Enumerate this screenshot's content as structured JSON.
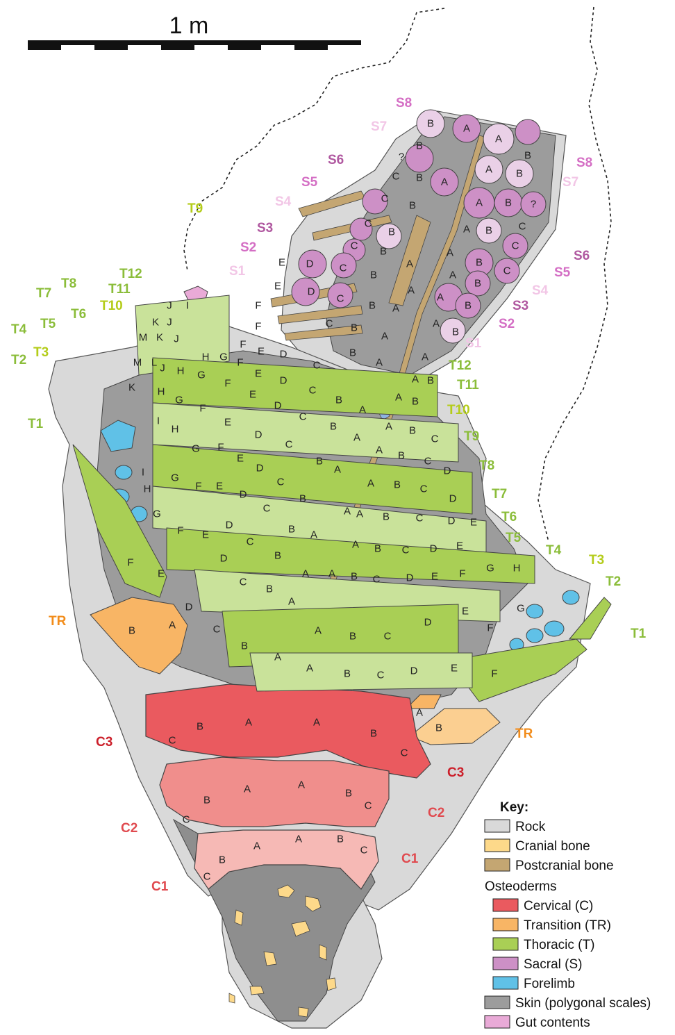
{
  "scale_bar": {
    "label": "1 m"
  },
  "colors": {
    "rock": "#d9d9d9",
    "cranial_bone": "#fdd98a",
    "postcranial_bone": "#c4a672",
    "cervical": "#ea5a5f",
    "cervical_light": "#f08e8c",
    "cervical_pale": "#f6b9b5",
    "transition": "#f8b565",
    "thoracic": "#a9cf55",
    "thoracic_light": "#c9e29a",
    "sacral": "#cd90c6",
    "sacral_light": "#ead0e7",
    "forelimb": "#60c1e7",
    "skin": "#9c9c9c",
    "gut": "#e9aad7"
  },
  "region_labels": {
    "cervical": [
      "C1",
      "C2",
      "C3"
    ],
    "transition": [
      "TR"
    ],
    "thoracic": [
      "T1",
      "T2",
      "T3",
      "T4",
      "T5",
      "T6",
      "T7",
      "T8",
      "T9",
      "T10",
      "T11",
      "T12"
    ],
    "sacral": [
      "S1",
      "S2",
      "S3",
      "S4",
      "S5",
      "S6",
      "S7",
      "S8"
    ]
  },
  "osteoderm_letters": [
    "A",
    "B",
    "C",
    "D",
    "E",
    "F",
    "G",
    "H",
    "I",
    "J",
    "K",
    "L",
    "M",
    "?"
  ],
  "key": {
    "title": "Key:",
    "items": [
      {
        "label": "Rock",
        "color": "#d9d9d9"
      },
      {
        "label": "Cranial bone",
        "color": "#fdd98a"
      },
      {
        "label": "Postcranial bone",
        "color": "#c4a672"
      }
    ],
    "osteoderms_heading": "Osteoderms",
    "osteoderm_items": [
      {
        "label": "Cervical (C)",
        "color": "#ea5a5f"
      },
      {
        "label": "Transition (TR)",
        "color": "#f8b565"
      },
      {
        "label": "Thoracic (T)",
        "color": "#a9cf55"
      },
      {
        "label": "Sacral (S)",
        "color": "#cd90c6"
      },
      {
        "label": "Forelimb",
        "color": "#60c1e7"
      }
    ],
    "tail_items": [
      {
        "label": "Skin (polygonal scales)",
        "color": "#9c9c9c"
      },
      {
        "label": "Gut contents",
        "color": "#e9aad7"
      }
    ]
  }
}
